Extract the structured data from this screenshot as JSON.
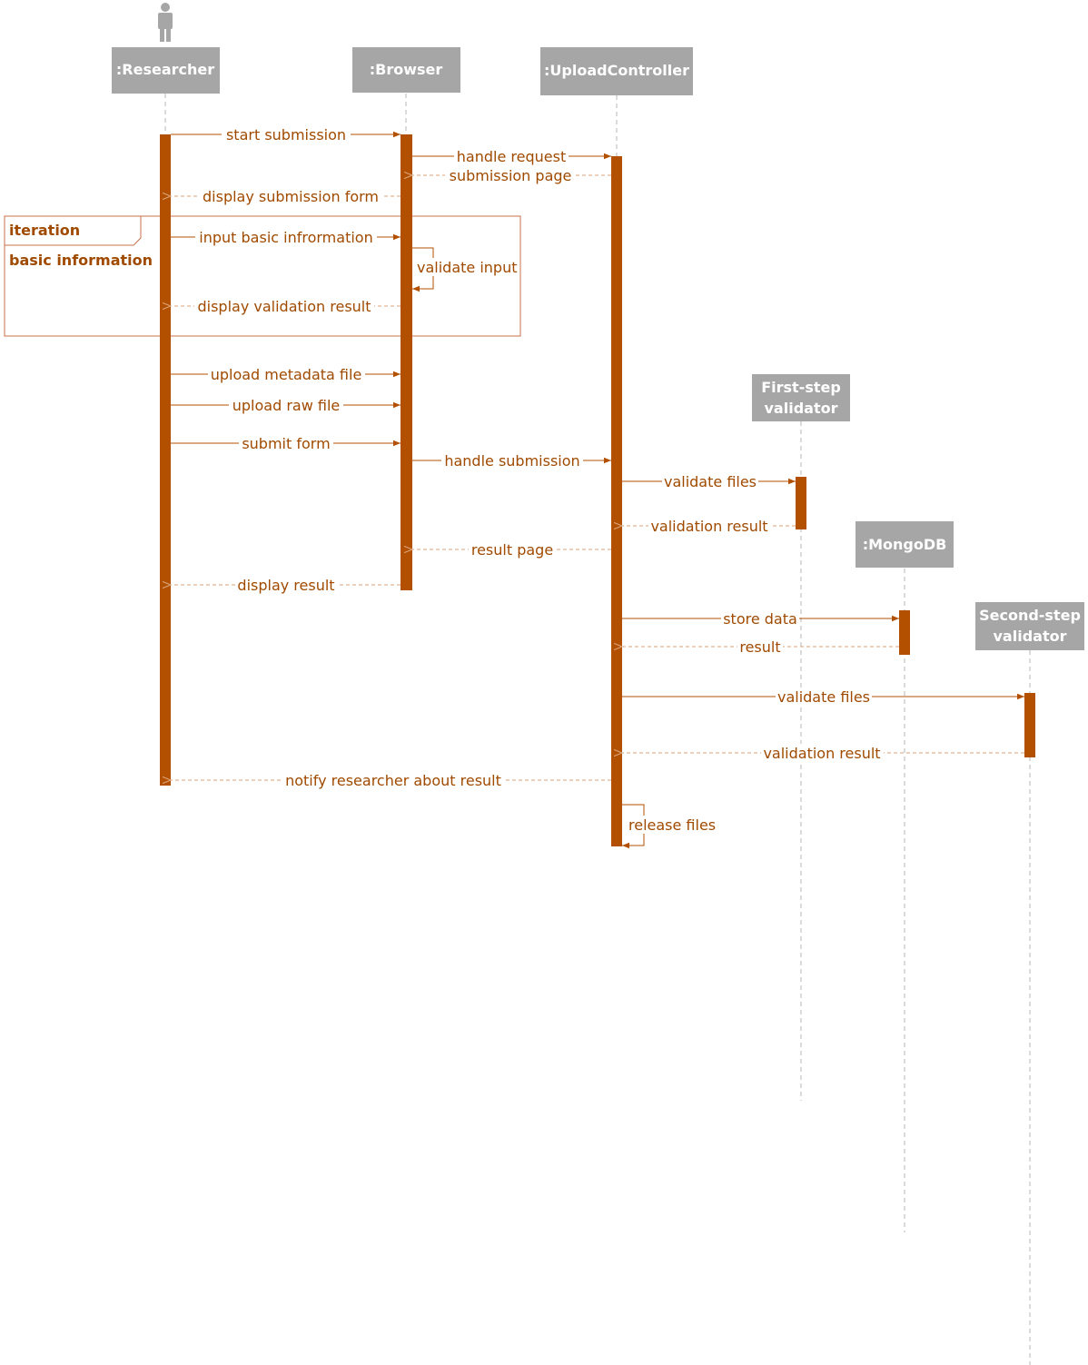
{
  "participants": {
    "researcher": ":Researcher",
    "browser": ":Browser",
    "upload_controller": ":UploadController",
    "first_step_line1": "First-step",
    "first_step_line2": "validator",
    "mongodb": ":MongoDB",
    "second_step_line1": "Second-step",
    "second_step_line2": "validator"
  },
  "frame": {
    "operator": "iteration",
    "guard": "basic information"
  },
  "messages": {
    "m1": "start  submission",
    "m2": "handle request",
    "m3": "submission page",
    "m4": "display submission form",
    "m5": "input basic infrormation",
    "m6": "validate input",
    "m7": "display validation result",
    "m8": "upload metadata file",
    "m9": "upload raw file",
    "m10": "submit form",
    "m11": "handle submission",
    "m12": "validate files",
    "m13": "validation result",
    "m14": "result page",
    "m15": "display result",
    "m16": "store data",
    "m17": "result",
    "m18": "validate files",
    "m19": "validation result",
    "m20": "notify researcher about result",
    "m21": "release files"
  },
  "colors": {
    "accent": "#b35000",
    "header": "#a6a6a6",
    "label": "#a04a00"
  }
}
